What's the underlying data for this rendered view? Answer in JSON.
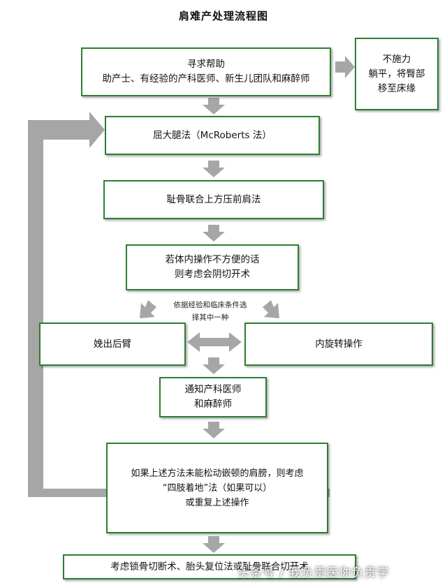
{
  "title": "肩难产处理流程图",
  "boxes": {
    "help": {
      "line1": "寻求帮助",
      "line2": "助产士、有经验的产科医师、新生儿团队和麻醉师"
    },
    "no_push": {
      "line1": "不施力",
      "line2": "躺平，将臀部",
      "line3": "移至床缘"
    },
    "mcroberts": {
      "line1": "屈大腿法（McRoberts 法）"
    },
    "suprapubic": {
      "line1": "耻骨联合上方压前肩法"
    },
    "episiotomy": {
      "line1": "若体内操作不方便的话",
      "line2": "则考虑会阴切开术"
    },
    "posterior_arm": {
      "line1": "娩出后臂"
    },
    "internal_rotation": {
      "line1": "内旋转操作"
    },
    "notify": {
      "line1": "通知产科医师",
      "line2": "和麻醉师"
    },
    "if_fail": {
      "line1": "如果上述方法未能松动嵌顿的肩膀，则考虑",
      "line2": "“四肢着地”法（如果可以）",
      "line3": "或重复上述操作"
    },
    "last_resort": {
      "line1": "考虑锁骨切断术、胎头复位法或耻骨联合切开术"
    }
  },
  "choice_note": {
    "line1": "依据经验和临床条件选",
    "line2": "择其中一种"
  },
  "watermark": "头条号 / 我负责医你负责学",
  "colors": {
    "border": "#2e7d32",
    "arrow": "#a6a6a6"
  }
}
